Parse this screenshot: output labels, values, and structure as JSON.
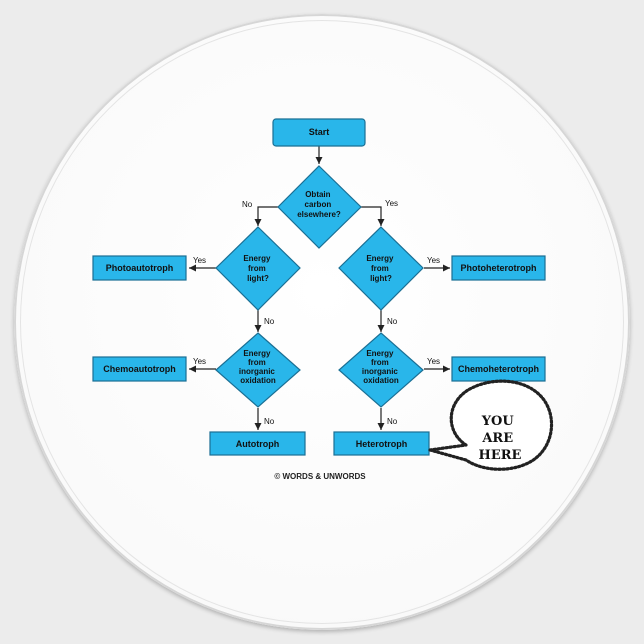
{
  "nodes": {
    "start": "Start",
    "obtain_carbon": [
      "Obtain",
      "carbon",
      "elsewhere?"
    ],
    "energy_light_left": [
      "Energy",
      "from",
      "light?"
    ],
    "energy_light_right": [
      "Energy",
      "from",
      "light?"
    ],
    "energy_inorganic_left": [
      "Energy",
      "from",
      "inorganic",
      "oxidation"
    ],
    "energy_inorganic_right": [
      "Energy",
      "from",
      "inorganic",
      "oxidation"
    ],
    "photoautotroph": "Photoautotroph",
    "photoheterotroph": "Photoheterotroph",
    "chemoautotroph": "Chemoautotroph",
    "chemoheterotroph": "Chemoheterotroph",
    "autotroph": "Autotroph",
    "heterotroph": "Heterotroph"
  },
  "edge_labels": {
    "yes": "Yes",
    "no": "No"
  },
  "callout": [
    "YOU",
    "ARE",
    "HERE"
  ],
  "credit": "© WORDS & UNWORDS",
  "colors": {
    "fill": "#29b6ea",
    "stroke": "#1a6f94",
    "line": "#222222"
  }
}
